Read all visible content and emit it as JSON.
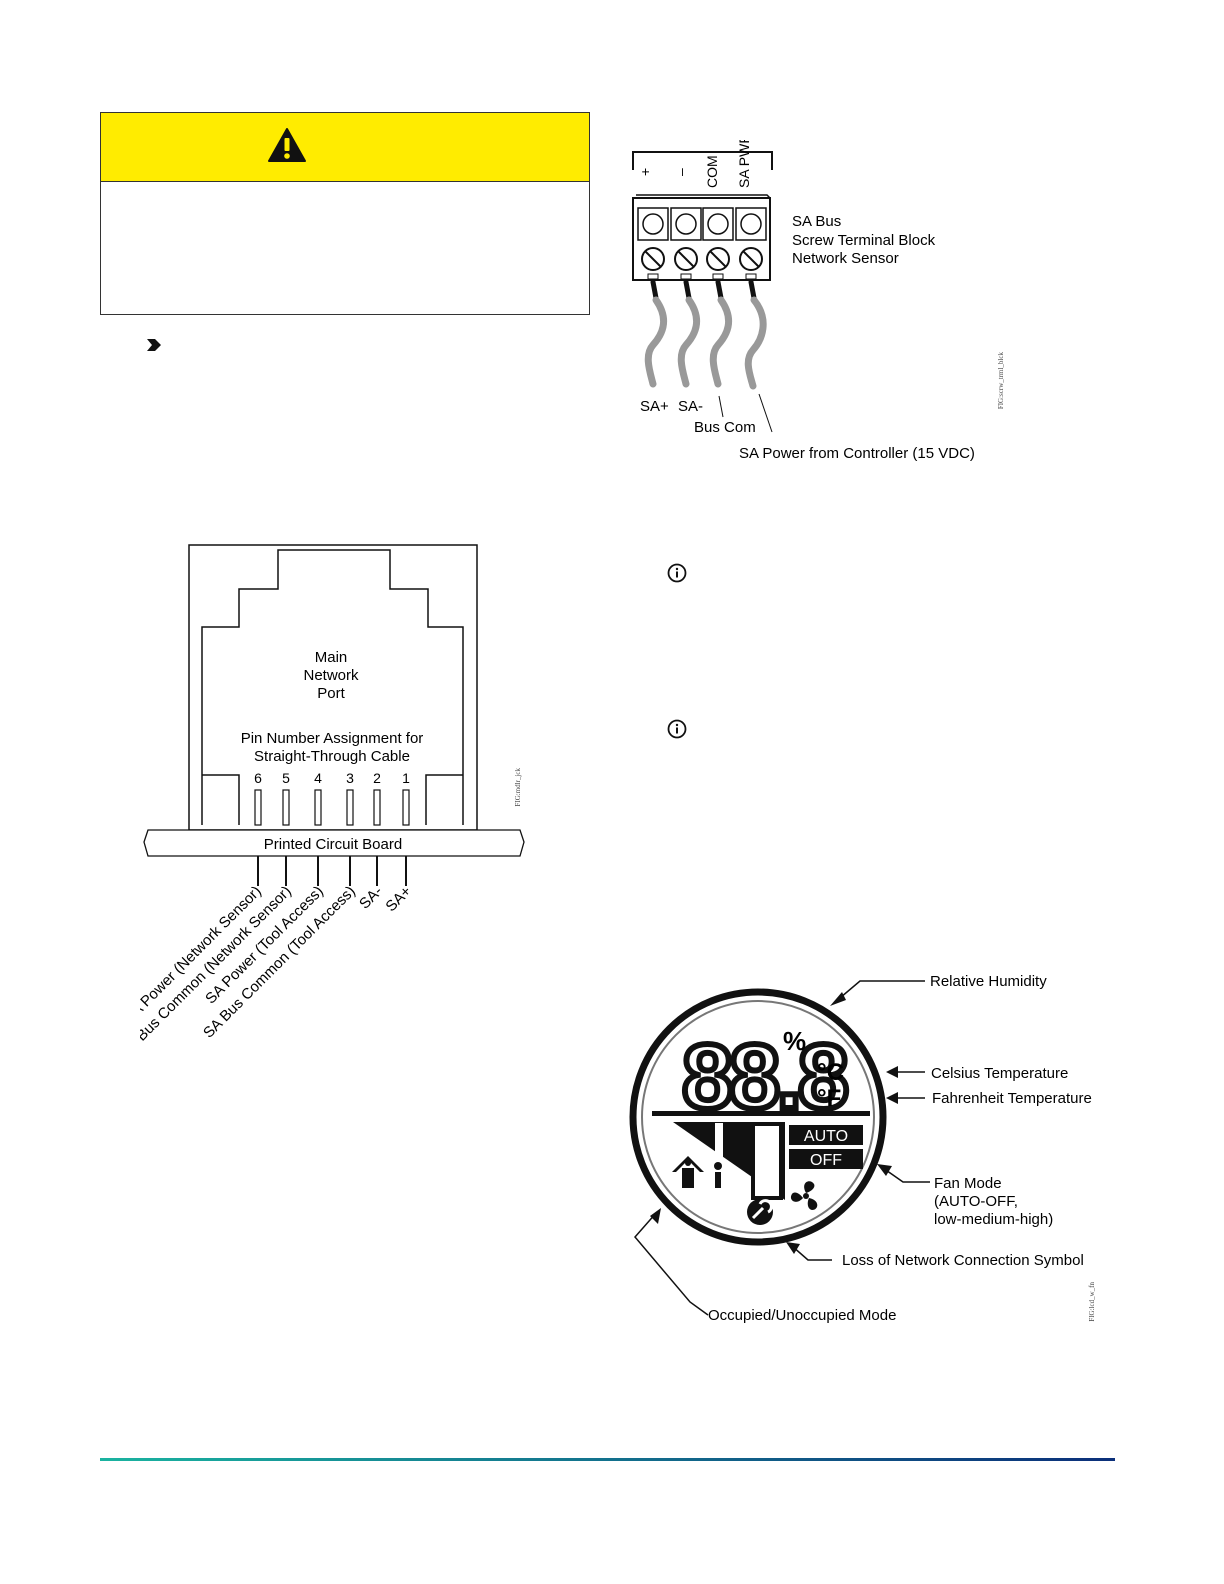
{
  "warning": {
    "icon": "warning-triangle-icon",
    "header_color": "#ffec00"
  },
  "note_icons": [
    "chevron-right-icon",
    "info-circle-icon",
    "info-circle-icon"
  ],
  "fig_terminal": {
    "pins": [
      "+",
      "–",
      "COM",
      "SA PWR"
    ],
    "title_lines": [
      "SA Bus",
      "Screw Terminal Block",
      "Network Sensor"
    ],
    "wire_labels": [
      "SA+",
      "SA-",
      "Bus Com",
      "SA Power from Controller (15 VDC)"
    ],
    "fig_id": "FIG:scrw_trml_blck"
  },
  "fig_jack": {
    "port_lines": [
      "Main",
      "Network",
      "Port"
    ],
    "assignment_lines": [
      "Pin Number Assignment for",
      "Straight-Through Cable"
    ],
    "pin_numbers": [
      "6",
      "5",
      "4",
      "3",
      "2",
      "1"
    ],
    "board_label": "Printed Circuit Board",
    "pin_labels": [
      "SA Power (Network Sensor)",
      "SA Bus Common (Network Sensor)",
      "SA Power (Tool Access)",
      "SA Bus Common (Tool Access)",
      "SA-",
      "SA+"
    ],
    "fig_id": "FIG:mdlr_jck"
  },
  "fig_lcd": {
    "digits": "88.8",
    "percent": "%",
    "celsius": "°C",
    "fahrenheit": "°F",
    "auto": "AUTO",
    "off": "OFF",
    "callouts": [
      "Relative Humidity",
      "Celsius Temperature",
      "Fahrenheit Temperature",
      "Fan Mode",
      "(AUTO-OFF,",
      "low-medium-high)",
      "Loss of Network Connection Symbol",
      "Occupied/Unoccupied Mode"
    ],
    "fig_id": "FIG:lcd_w_fn"
  },
  "footer": {
    "line_colors": [
      "#1ab3a0",
      "#0b2f7a"
    ]
  }
}
